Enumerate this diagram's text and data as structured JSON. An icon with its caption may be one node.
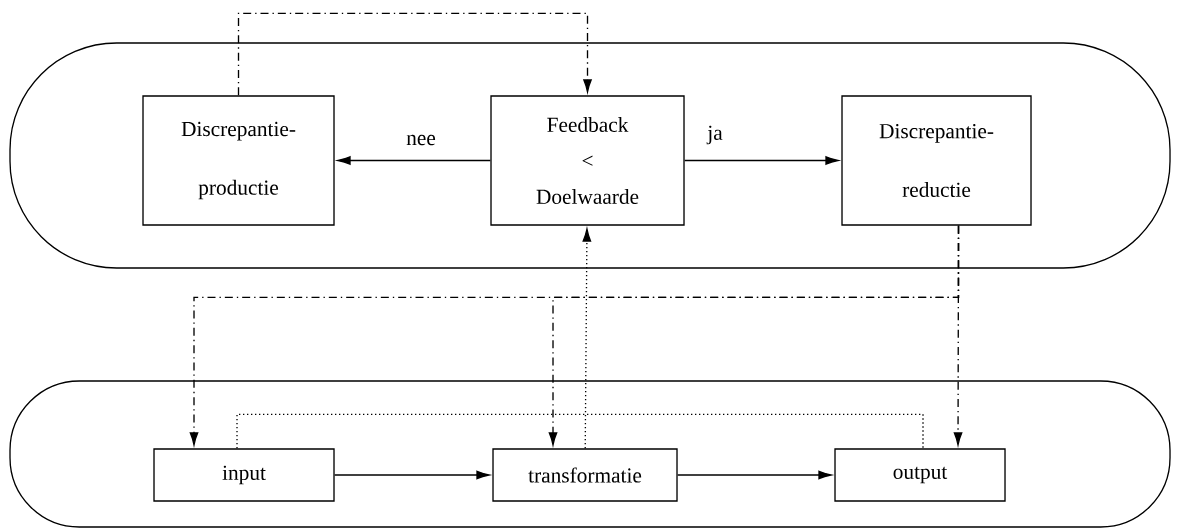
{
  "diagram": {
    "nodes": [
      {
        "text": [],
        "shape": "band"
      },
      {
        "text": [
          "Discrepantie- productie"
        ],
        "in": 0
      },
      {
        "text": [
          "Feedback",
          "<",
          "Doelwaarde"
        ],
        "in": 0
      },
      {
        "text": [
          "Discrepantie- reductie"
        ],
        "in": 0
      },
      {
        "text": [],
        "shape": "band"
      },
      {
        "text": [
          "input"
        ],
        "in": 4
      },
      {
        "text": [
          "transformatie"
        ],
        "in": 4
      },
      {
        "text": [
          "output"
        ],
        "in": 4
      }
    ],
    "edges": [
      {
        "from": 2,
        "to": 1,
        "arrow": "to",
        "label": "nee"
      },
      {
        "from": 2,
        "to": 3,
        "arrow": "to",
        "label": "ja"
      },
      {
        "from": 1,
        "to": 2,
        "arrow": "to",
        "style": "dashed"
      },
      {
        "from": 3,
        "to": 5,
        "arrow": "to",
        "style": "dashed"
      },
      {
        "from": 3,
        "to": 6,
        "arrow": "to",
        "style": "dashed"
      },
      {
        "from": 3,
        "to": 7,
        "arrow": "to",
        "style": "dashed"
      },
      {
        "from": 5,
        "to": 6,
        "arrow": "to"
      },
      {
        "from": 6,
        "to": 7,
        "arrow": "to"
      },
      {
        "from": 6,
        "to": 2,
        "arrow": "to",
        "style": "dashed"
      },
      {
        "from": 5,
        "to": 7,
        "arrow": "none",
        "style": "dashed"
      }
    ]
  }
}
